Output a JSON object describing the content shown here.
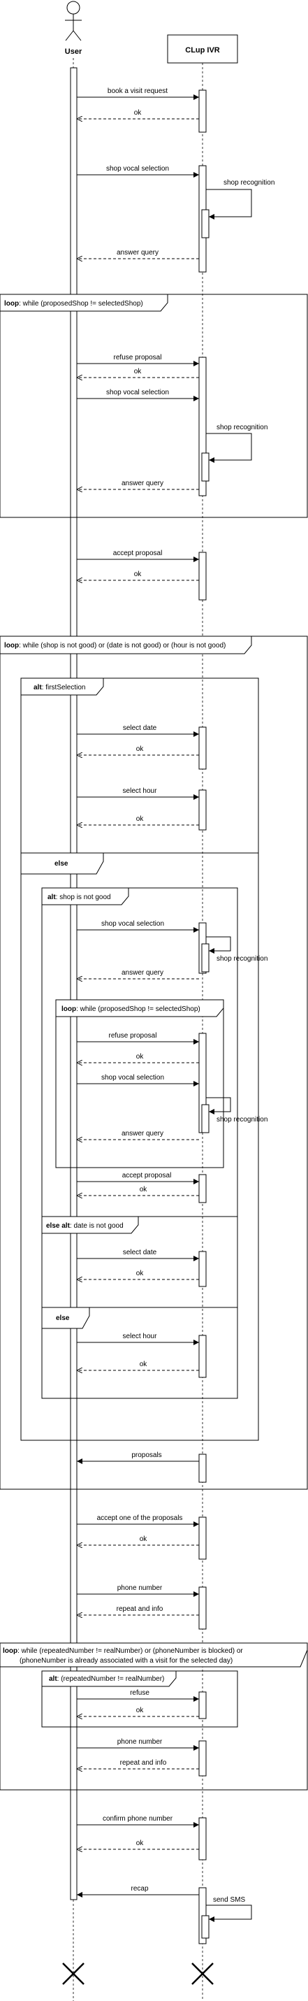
{
  "actors": {
    "user": "User",
    "system": "CLup IVR"
  },
  "messages": [
    {
      "id": "m1",
      "label": "book a visit request",
      "from": "user",
      "to": "ivr"
    },
    {
      "id": "m2",
      "label": "ok",
      "from": "ivr",
      "to": "user",
      "reply": true
    },
    {
      "id": "m3",
      "label": "shop vocal selection",
      "from": "user",
      "to": "ivr"
    },
    {
      "id": "m4",
      "label": "shop recognition",
      "self": true
    },
    {
      "id": "m5",
      "label": "answer query",
      "from": "ivr",
      "to": "user",
      "reply": true
    },
    {
      "id": "m6",
      "label": "refuse proposal",
      "from": "user",
      "to": "ivr"
    },
    {
      "id": "m7",
      "label": "ok",
      "from": "ivr",
      "to": "user",
      "reply": true
    },
    {
      "id": "m8",
      "label": "shop vocal selection",
      "from": "user",
      "to": "ivr"
    },
    {
      "id": "m9",
      "label": "shop recognition",
      "self": true
    },
    {
      "id": "m10",
      "label": "answer query",
      "from": "ivr",
      "to": "user",
      "reply": true
    },
    {
      "id": "m11",
      "label": "accept proposal",
      "from": "user",
      "to": "ivr"
    },
    {
      "id": "m12",
      "label": "ok",
      "from": "ivr",
      "to": "user",
      "reply": true
    },
    {
      "id": "m13",
      "label": "select date",
      "from": "user",
      "to": "ivr"
    },
    {
      "id": "m14",
      "label": "ok",
      "from": "ivr",
      "to": "user",
      "reply": true
    },
    {
      "id": "m15",
      "label": "select hour",
      "from": "user",
      "to": "ivr"
    },
    {
      "id": "m16",
      "label": "ok",
      "from": "ivr",
      "to": "user",
      "reply": true
    },
    {
      "id": "m17",
      "label": "shop vocal selection",
      "from": "user",
      "to": "ivr"
    },
    {
      "id": "m18",
      "label": "shop recognition",
      "self": true
    },
    {
      "id": "m19",
      "label": "answer query",
      "from": "ivr",
      "to": "user",
      "reply": true
    },
    {
      "id": "m20",
      "label": "refuse proposal",
      "from": "user",
      "to": "ivr"
    },
    {
      "id": "m21",
      "label": "ok",
      "from": "ivr",
      "to": "user",
      "reply": true
    },
    {
      "id": "m22",
      "label": "shop vocal selection",
      "from": "user",
      "to": "ivr"
    },
    {
      "id": "m23",
      "label": "shop recognition",
      "self": true
    },
    {
      "id": "m24",
      "label": "answer query",
      "from": "ivr",
      "to": "user",
      "reply": true
    },
    {
      "id": "m25",
      "label": "accept proposal",
      "from": "user",
      "to": "ivr"
    },
    {
      "id": "m26",
      "label": "ok",
      "from": "ivr",
      "to": "user",
      "reply": true
    },
    {
      "id": "m27",
      "label": "select date",
      "from": "user",
      "to": "ivr"
    },
    {
      "id": "m28",
      "label": "ok",
      "from": "ivr",
      "to": "user",
      "reply": true
    },
    {
      "id": "m29",
      "label": "select hour",
      "from": "user",
      "to": "ivr"
    },
    {
      "id": "m30",
      "label": "ok",
      "from": "ivr",
      "to": "user",
      "reply": true
    },
    {
      "id": "m31",
      "label": "proposals",
      "from": "ivr",
      "to": "user"
    },
    {
      "id": "m32",
      "label": "accept one of the proposals",
      "from": "user",
      "to": "ivr"
    },
    {
      "id": "m33",
      "label": "ok",
      "from": "ivr",
      "to": "user",
      "reply": true
    },
    {
      "id": "m34",
      "label": "phone number",
      "from": "user",
      "to": "ivr"
    },
    {
      "id": "m35",
      "label": "repeat and info",
      "from": "ivr",
      "to": "user",
      "reply": true
    },
    {
      "id": "m36",
      "label": "refuse",
      "from": "user",
      "to": "ivr"
    },
    {
      "id": "m37",
      "label": "ok",
      "from": "ivr",
      "to": "user",
      "reply": true
    },
    {
      "id": "m38",
      "label": "phone number",
      "from": "user",
      "to": "ivr"
    },
    {
      "id": "m39",
      "label": "repeat and info",
      "from": "ivr",
      "to": "user",
      "reply": true
    },
    {
      "id": "m40",
      "label": "confirm phone number",
      "from": "user",
      "to": "ivr"
    },
    {
      "id": "m41",
      "label": "ok",
      "from": "ivr",
      "to": "user",
      "reply": true
    },
    {
      "id": "m42",
      "label": "recap",
      "from": "ivr",
      "to": "user"
    },
    {
      "id": "m43",
      "label": "send SMS",
      "self": true
    }
  ],
  "fragments": [
    {
      "id": "f1",
      "keyword": "loop",
      "condition": ": while (proposedShop != selectedShop)"
    },
    {
      "id": "f2",
      "keyword": "loop",
      "condition": ": while (shop is not good) or (date is not good) or (hour is not good)"
    },
    {
      "id": "f3",
      "keyword": "alt",
      "condition": ": firstSelection"
    },
    {
      "id": "f3else",
      "keyword": "else",
      "condition": ""
    },
    {
      "id": "f4",
      "keyword": "alt",
      "condition": ": shop is not good"
    },
    {
      "id": "f5",
      "keyword": "loop",
      "condition": ": while (proposedShop != selectedShop)"
    },
    {
      "id": "f4else1",
      "keyword": "else alt",
      "condition": ": date is not good"
    },
    {
      "id": "f4else2",
      "keyword": "else",
      "condition": ""
    },
    {
      "id": "f6",
      "keyword": "loop",
      "condition": ": while (repeatedNumber != realNumber) or (phoneNumber is blocked) or",
      "condition2": "(phoneNumber is already associated with a visit for the selected day)"
    },
    {
      "id": "f7",
      "keyword": "alt",
      "condition": ": (repeatedNumber != realNumber)"
    }
  ]
}
